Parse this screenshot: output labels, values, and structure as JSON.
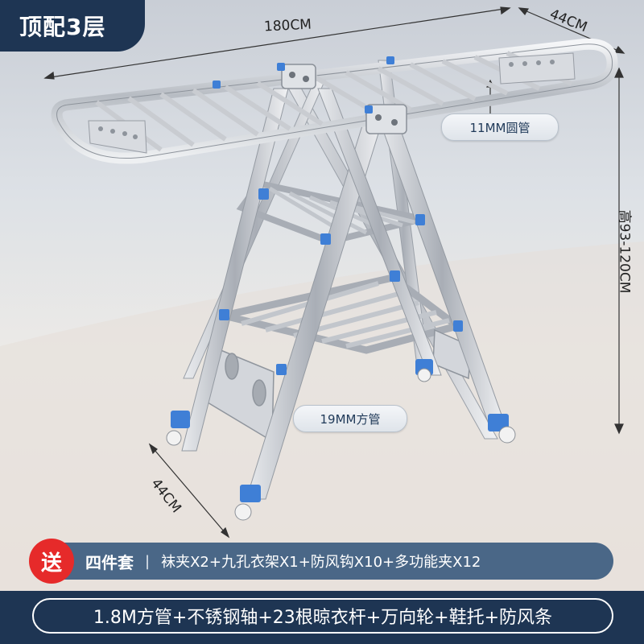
{
  "title": "顶配3层",
  "dimensions": {
    "length": "180CM",
    "depth_top": "44CM",
    "height": "高93-120CM",
    "depth_bottom": "44CM"
  },
  "callouts": {
    "round_tube": "11MM圆管",
    "square_tube": "19MM方管"
  },
  "gift": {
    "badge": "送",
    "kit": "四件套",
    "separator": "|",
    "items": "袜夹X2+九孔衣架X1+防风钩X10+多功能夹X12"
  },
  "spec": "1.8M方管+不锈钢轴+23根晾衣杆+万向轮+鞋托+防风条",
  "colors": {
    "navy": "#1e3553",
    "slate": "#4a6787",
    "red": "#e62a2a",
    "steel": "#c9ccd1",
    "blue_connector": "#3f7fd6"
  }
}
